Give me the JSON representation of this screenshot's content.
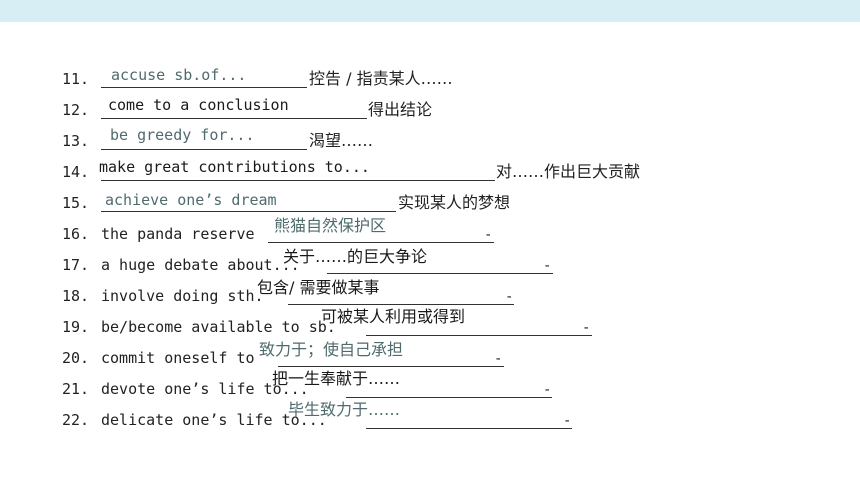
{
  "items": [
    {
      "num": "11.",
      "prefix": "",
      "answer": "accuse sb.of...",
      "meaning": "控告 / 指责某人……"
    },
    {
      "num": "12.",
      "prefix": "",
      "answer": "come to a conclusion",
      "meaning": "得出结论"
    },
    {
      "num": "13.",
      "prefix": "",
      "answer": "be greedy for...",
      "meaning": "渴望……"
    },
    {
      "num": "14.",
      "prefix": "",
      "answer": "make great contributions to...",
      "meaning": "对……作出巨大贡献"
    },
    {
      "num": "15.",
      "prefix": "",
      "answer": "achieve one’s dream",
      "meaning": "实现某人的梦想"
    },
    {
      "num": "16.",
      "prefix": "the panda reserve",
      "answer": "熊猫自然保护区",
      "meaning": "",
      "suffix": "-"
    },
    {
      "num": "17.",
      "prefix": "a huge debate about...",
      "answer": "关于……的巨大争论",
      "meaning": "",
      "suffix": "-"
    },
    {
      "num": "18.",
      "prefix": "involve doing sth.",
      "answer": "包含/ 需要做某事",
      "meaning": "",
      "suffix": "-"
    },
    {
      "num": "19.",
      "prefix": "be/become available to sb.",
      "answer": "可被某人利用或得到",
      "meaning": "",
      "suffix": "-"
    },
    {
      "num": "20.",
      "prefix": "commit oneself to",
      "answer": "致力于；使自己承担",
      "meaning": "",
      "suffix": "-"
    },
    {
      "num": "21.",
      "prefix": "devote one’s life to...",
      "answer": "把一生奉献于……",
      "meaning": "",
      "suffix": "-"
    },
    {
      "num": "22.",
      "prefix": "delicate one’s life to...",
      "answer": "毕生致力于……",
      "meaning": "",
      "suffix": "-"
    }
  ]
}
